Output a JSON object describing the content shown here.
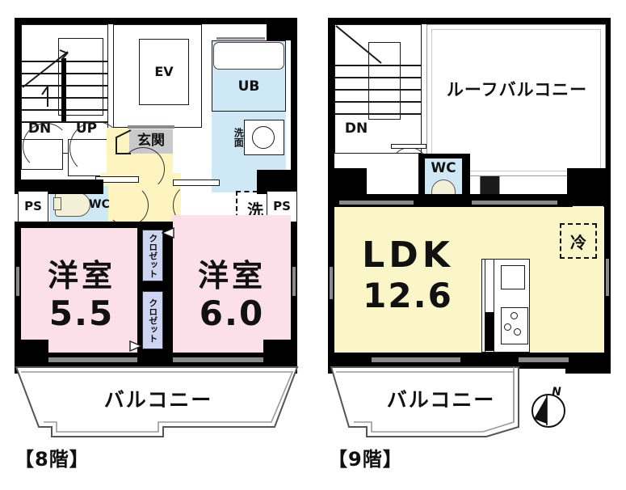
{
  "document": {
    "type": "floor-plan",
    "title": "Japanese apartment maisonette floor plan",
    "units": "jo (tatami mats)"
  },
  "floors": [
    {
      "id": "floor-8",
      "label": "【8階】",
      "rooms": [
        {
          "name": "western-room-a",
          "label": "洋室",
          "size": "5.5",
          "color": "#fbe0ea"
        },
        {
          "name": "western-room-b",
          "label": "洋室",
          "size": "6.0",
          "color": "#fbe0ea"
        }
      ],
      "fixtures": [
        {
          "name": "elevator",
          "label": "EV"
        },
        {
          "name": "stair-down",
          "label": "DN"
        },
        {
          "name": "stair-up",
          "label": "UP"
        },
        {
          "name": "entrance",
          "label": "玄関"
        },
        {
          "name": "unit-bath",
          "label": "UB"
        },
        {
          "name": "washbasin",
          "label": "洗面"
        },
        {
          "name": "laundry",
          "label": "洗"
        },
        {
          "name": "toilet",
          "label": "WC"
        },
        {
          "name": "pipe-shaft-left",
          "label": "PS"
        },
        {
          "name": "pipe-shaft-right",
          "label": "PS"
        },
        {
          "name": "closet-upper",
          "label": "クロゼット"
        },
        {
          "name": "closet-lower",
          "label": "クロゼット"
        },
        {
          "name": "balcony",
          "label": "バルコニー"
        }
      ]
    },
    {
      "id": "floor-9",
      "label": "【9階】",
      "rooms": [
        {
          "name": "living-dining-kitchen",
          "label": "LDK",
          "size": "12.6",
          "color": "#fbf6c8"
        }
      ],
      "fixtures": [
        {
          "name": "stair-down",
          "label": "DN"
        },
        {
          "name": "toilet",
          "label": "WC"
        },
        {
          "name": "roof-balcony",
          "label": "ルーフバルコニー"
        },
        {
          "name": "refrigerator",
          "label": "冷"
        },
        {
          "name": "balcony",
          "label": "バルコニー"
        }
      ]
    }
  ],
  "compass": {
    "name": "compass-rose",
    "north_label": "N"
  },
  "palette": {
    "wall": "#000000",
    "room_pink": "#fbe0ea",
    "room_yellow": "#fbf6c8",
    "water_blue": "#cfe8f5",
    "closet_blue": "#ccd6f2",
    "hall_yellow": "#fdf4c0",
    "outline": "#1a1a1a"
  }
}
